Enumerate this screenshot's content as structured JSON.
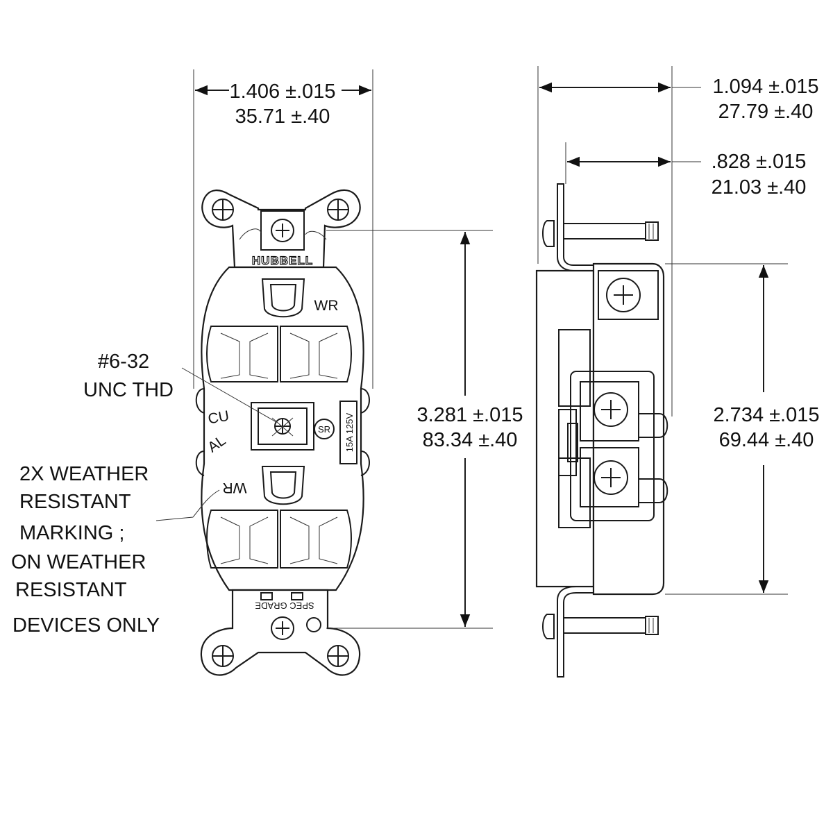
{
  "front_view": {
    "width_inch": "1.406 ±.015",
    "width_mm": "35.71 ±.40",
    "height_inch": "3.281 ±.015",
    "height_mm": "83.34 ±.40",
    "brand": "HUBBELL",
    "wr_top": "WR",
    "wr_bottom": "WR",
    "thread_line1": "#6-32",
    "thread_line2": "UNC THD",
    "cu_al_1": "CU",
    "cu_al_2": "AL",
    "rating": "15A 125V",
    "spec_grade": "SPEC GRADE",
    "sr_mark": "SR"
  },
  "note": {
    "line1": "2X WEATHER",
    "line2": "RESISTANT",
    "line3": "MARKING ;",
    "line4": "ON WEATHER",
    "line5": "RESISTANT",
    "line6": "DEVICES ONLY"
  },
  "side_view": {
    "depth_inch": "1.094 ±.015",
    "depth_mm": "27.79 ±.40",
    "body_depth_inch": ".828 ±.015",
    "body_depth_mm": "21.03 ±.40",
    "body_height_inch": "2.734 ±.015",
    "body_height_mm": "69.44 ±.40"
  }
}
